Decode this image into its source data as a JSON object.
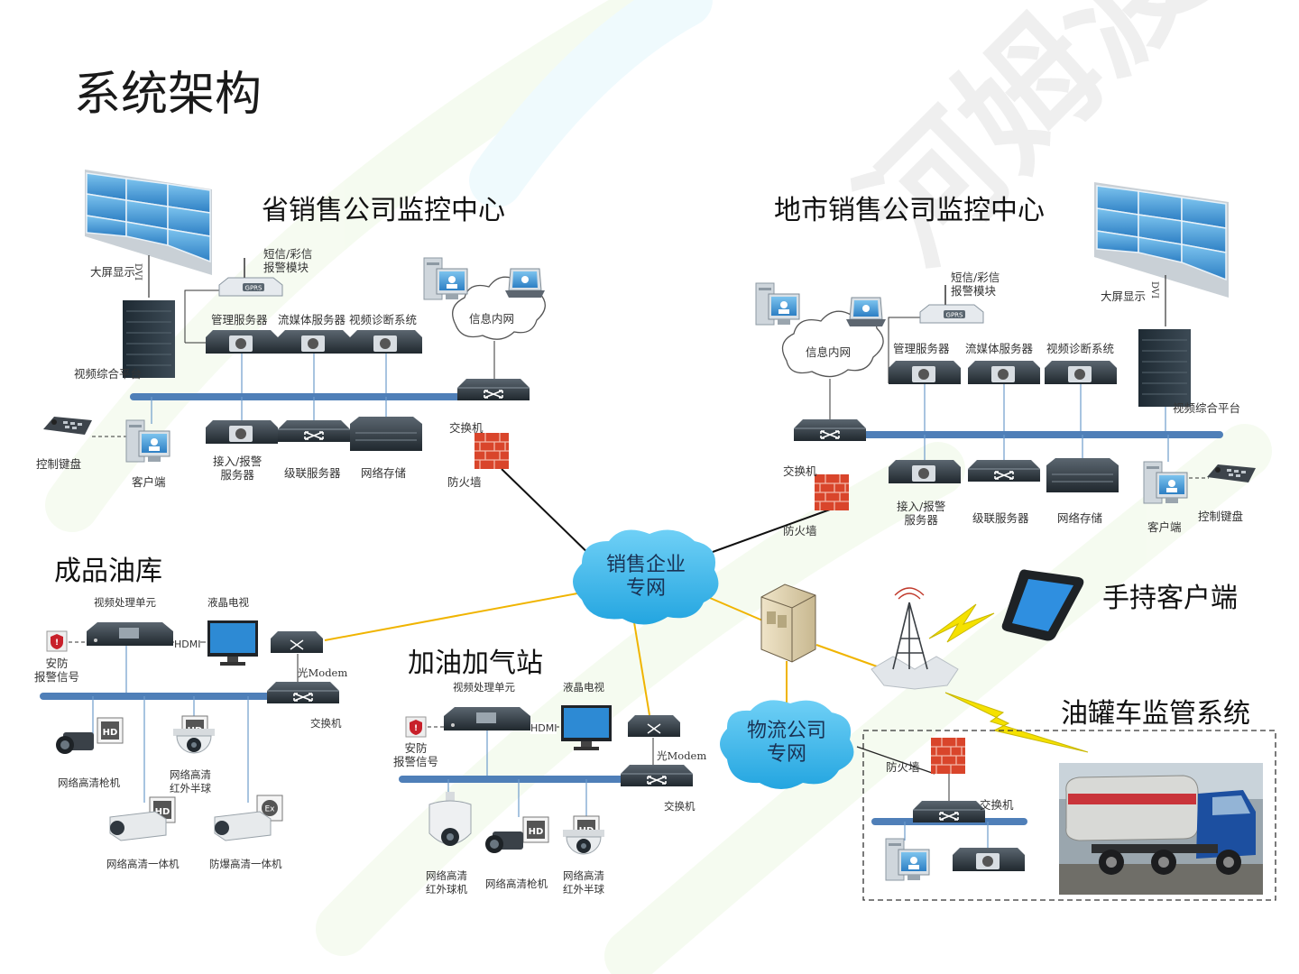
{
  "page_title": "系统架构",
  "sections": {
    "province": "省销售公司监控中心",
    "city": "地市销售公司监控中心",
    "oil_depot": "成品油库",
    "gas_station": "加油加气站",
    "handheld": "手持客户端",
    "tanker": "油罐车监管系统"
  },
  "clouds": {
    "sales_net_line1": "销售企业",
    "sales_net_line2": "专网",
    "logistics_line1": "物流公司",
    "logistics_line2": "专网",
    "intranet_left": "信息内网",
    "intranet_right": "信息内网"
  },
  "province": {
    "big_screen": "大屏显示",
    "dvi": "DVI",
    "sms_module_line1": "短信/彩信",
    "sms_module_line2": "报警模块",
    "gprs": "GPRS",
    "mgmt_server": "管理服务器",
    "stream_server": "流媒体服务器",
    "video_diag": "视频诊断系统",
    "video_platform": "视频综合平台",
    "switch": "交换机",
    "firewall": "防火墙",
    "control_keyboard": "控制键盘",
    "client": "客户端",
    "access_server_line1": "接入/报警",
    "access_server_line2": "服务器",
    "cascade_server": "级联服务器",
    "network_storage": "网络存储"
  },
  "city": {
    "big_screen": "大屏显示",
    "dvi": "DVI",
    "sms_module_line1": "短信/彩信",
    "sms_module_line2": "报警模块",
    "gprs": "GPRS",
    "mgmt_server": "管理服务器",
    "stream_server": "流媒体服务器",
    "video_diag": "视频诊断系统",
    "video_platform": "视频综合平台",
    "switch": "交换机",
    "firewall": "防火墙",
    "control_keyboard": "控制键盘",
    "client": "客户端",
    "access_server_line1": "接入/报警",
    "access_server_line2": "服务器",
    "cascade_server": "级联服务器",
    "network_storage": "网络存储"
  },
  "depot": {
    "video_unit": "视频处理单元",
    "lcd_tv": "液晶电视",
    "hdmi": "HDMI",
    "alarm_line1": "安防",
    "alarm_line2": "报警信号",
    "modem": "光Modem",
    "switch": "交换机",
    "bullet_cam": "网络高清枪机",
    "dome_line1": "网络高清",
    "dome_line2": "红外半球",
    "box_cam": "网络高清一体机",
    "explosion_cam": "防爆高清一体机"
  },
  "station": {
    "video_unit": "视频处理单元",
    "lcd_tv": "液晶电视",
    "hdmi": "HDMI",
    "alarm_line1": "安防",
    "alarm_line2": "报警信号",
    "modem": "光Modem",
    "switch": "交换机",
    "ptz_line1": "网络高清",
    "ptz_line2": "红外球机",
    "bullet_cam": "网络高清枪机",
    "dome_line1": "网络高清",
    "dome_line2": "红外半球"
  },
  "tanker": {
    "firewall": "防火墙",
    "switch": "交换机"
  },
  "hd_badge": "HD",
  "watermark": "河姆渡",
  "colors": {
    "bus_blue": "#4f7fb8",
    "cloud_blue": "#3fb4e8",
    "fiber_yellow": "#f0b400",
    "firewall_red": "#d9452b",
    "screen_blue": "#3c8fd0",
    "lightning_yellow": "#f5e100"
  },
  "icons": [
    "video-wall-icon",
    "server-rack-icon",
    "router-icon",
    "switch-icon",
    "firewall-icon",
    "desktop-pc-icon",
    "laptop-icon",
    "keyboard-icon",
    "dvr-icon",
    "monitor-icon",
    "modem-icon",
    "bullet-camera-icon",
    "dome-camera-icon",
    "box-camera-icon",
    "ptz-camera-icon",
    "alarm-icon",
    "cabinet-icon",
    "tower-icon",
    "phone-icon",
    "lightning-icon",
    "tanker-truck-icon",
    "cloud-icon"
  ]
}
